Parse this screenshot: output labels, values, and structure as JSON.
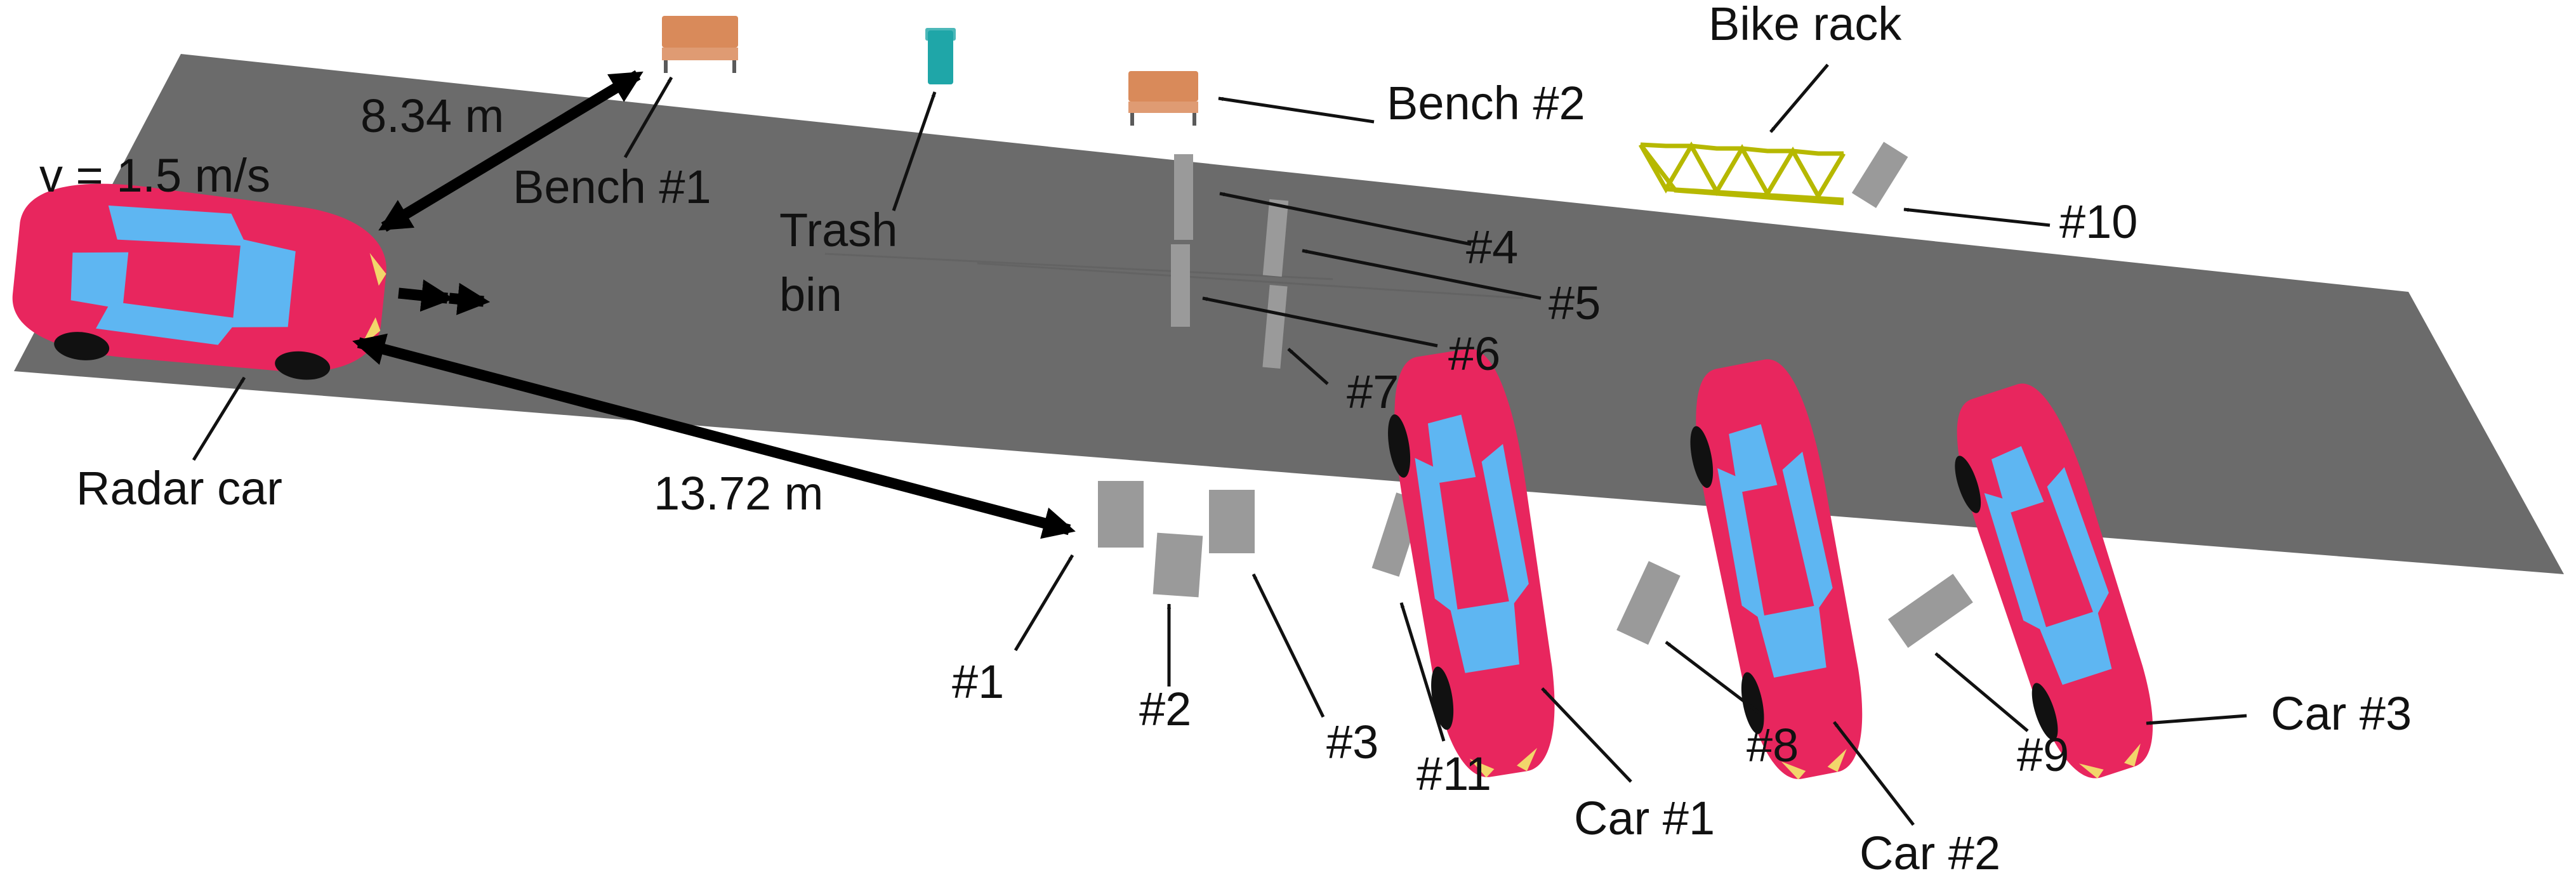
{
  "colors": {
    "road": "#6b6b6b",
    "car_body": "#e8265e",
    "car_glass": "#5eb6f2",
    "obstacle": "#9a9a9a",
    "bench_wood": "#d98a5a",
    "trash_bin": "#1fa6a8",
    "bike_rack": "#b6b800"
  },
  "labels": {
    "velocity": "v = 1.5 m/s",
    "dist_bench": "8.34 m",
    "dist_obstacle": "13.72 m",
    "radar_car": "Radar car",
    "bench1": "Bench #1",
    "bench2": "Bench #2",
    "trash_line1": "Trash",
    "trash_line2": "bin",
    "bike_rack": "Bike rack",
    "car1": "Car #1",
    "car2": "Car #2",
    "car3": "Car #3",
    "o1": "#1",
    "o2": "#2",
    "o3": "#3",
    "o4": "#4",
    "o5": "#5",
    "o6": "#6",
    "o7": "#7",
    "o8": "#8",
    "o9": "#9",
    "o10": "#10",
    "o11": "#11"
  }
}
